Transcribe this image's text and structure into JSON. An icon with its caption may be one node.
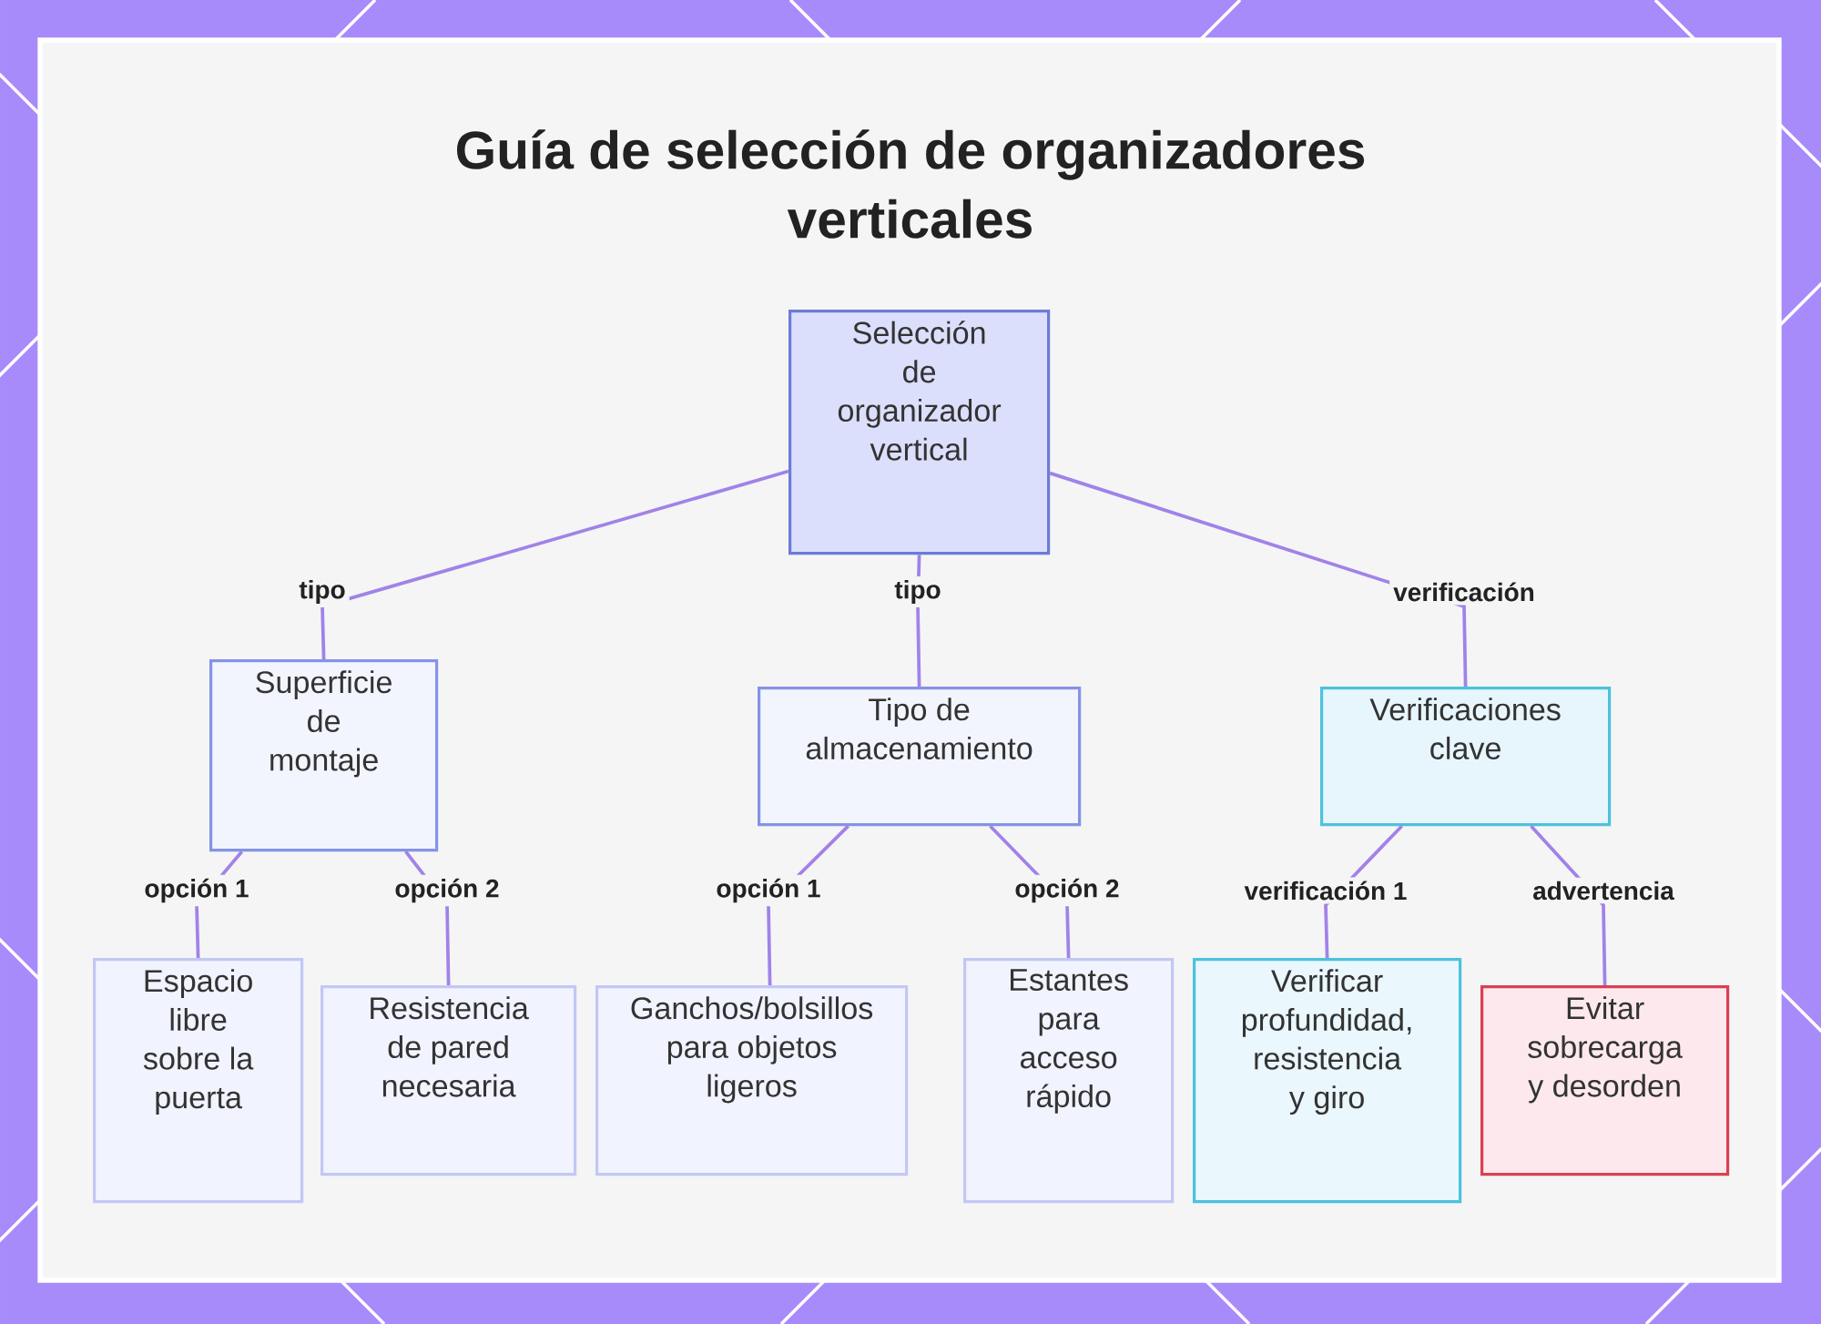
{
  "diagram": {
    "title": "Guía de selección de organizadores verticales",
    "nodes": [
      {
        "text": [
          "Selección de organizador vertical"
        ]
      },
      {
        "text": [
          "Superficie de montaje"
        ]
      },
      {
        "text": [
          "Tipo de almacenamiento"
        ]
      },
      {
        "text": [
          "Verificaciones clave"
        ]
      },
      {
        "text": [
          "Espacio libre sobre la puerta"
        ]
      },
      {
        "text": [
          "Resistencia de pared necesaria"
        ]
      },
      {
        "text": [
          "Ganchos/bolsillos para objetos ligeros"
        ]
      },
      {
        "text": [
          "Estantes para acceso rápido"
        ]
      },
      {
        "text": [
          "Verificar profundidad, resistencia y giro"
        ]
      },
      {
        "text": [
          "Evitar sobrecarga y desorden"
        ]
      }
    ],
    "edges": [
      {
        "from": 0,
        "to": 1,
        "arrow": "none",
        "label": "tipo"
      },
      {
        "from": 0,
        "to": 2,
        "arrow": "none",
        "label": "tipo"
      },
      {
        "from": 0,
        "to": 3,
        "arrow": "none",
        "label": "verificación"
      },
      {
        "from": 1,
        "to": 4,
        "arrow": "none",
        "label": "opción 1"
      },
      {
        "from": 1,
        "to": 5,
        "arrow": "none",
        "label": "opción 2"
      },
      {
        "from": 2,
        "to": 6,
        "arrow": "none",
        "label": "opción 1"
      },
      {
        "from": 2,
        "to": 7,
        "arrow": "none",
        "label": "opción 2"
      },
      {
        "from": 3,
        "to": 8,
        "arrow": "none",
        "label": "verificación 1"
      },
      {
        "from": 3,
        "to": 9,
        "arrow": "none",
        "label": "advertencia"
      }
    ]
  }
}
